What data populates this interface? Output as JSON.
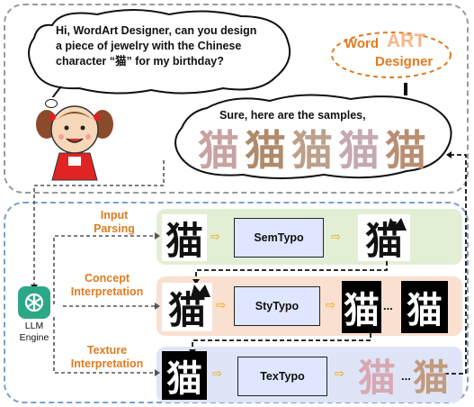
{
  "user_request": {
    "line1": "Hi, WordArt Designer, can you design",
    "line2": "a piece of jewelry with the Chinese",
    "line3": "character “猫”   for my birthday?"
  },
  "logo": {
    "word": "Word",
    "art": "ART",
    "designer": "Designer"
  },
  "response": {
    "text": "Sure, here are the samples,"
  },
  "char": "猫",
  "engine": {
    "label_line1": "LLM",
    "label_line2": "Engine"
  },
  "stages": {
    "input": {
      "label_line1": "Input",
      "label_line2": "Parsing",
      "module": "SemTypo"
    },
    "concept": {
      "label_line1": "Concept",
      "label_line2": "Interpretation",
      "module": "StyTypo"
    },
    "texture": {
      "label_line1": "Texture",
      "label_line2": "Interpretation",
      "module": "TexTypo"
    }
  },
  "ellipsis": "...",
  "colors": {
    "row1": "#e3efd5",
    "row2": "#f9e0d0",
    "row3": "#dfe4f6",
    "accent": "#e07b1f",
    "module_box": "#dfe6ff"
  }
}
